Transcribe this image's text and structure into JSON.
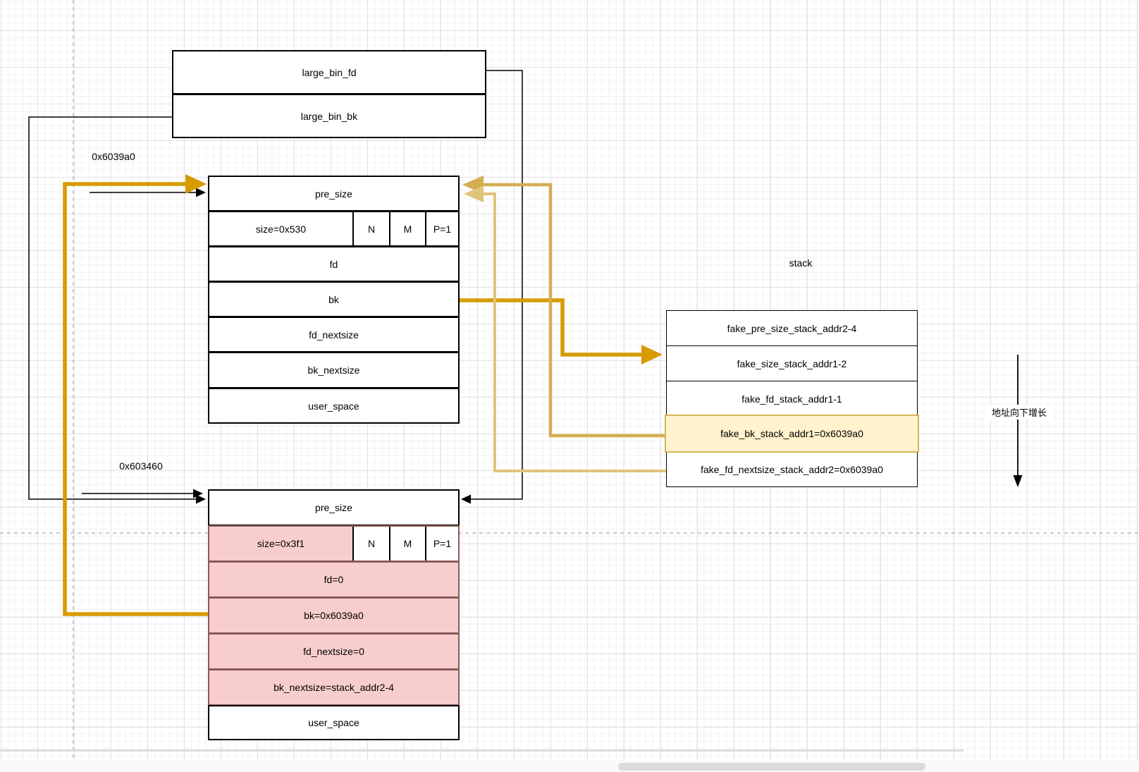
{
  "labels": {
    "addr_top": "0x6039a0",
    "addr_bottom": "0x603460",
    "stack": "stack",
    "address_direction": "地址向下增长"
  },
  "large_bin": {
    "fd": "large_bin_fd",
    "bk": "large_bin_bk"
  },
  "chunk_top": {
    "pre_size": "pre_size",
    "size": "size=0x530",
    "flags": [
      "N",
      "M",
      "P=1"
    ],
    "fd": "fd",
    "bk": "bk",
    "fd_nextsize": "fd_nextsize",
    "bk_nextsize": "bk_nextsize",
    "user_space": "user_space"
  },
  "chunk_bottom": {
    "pre_size": "pre_size",
    "size": "size=0x3f1",
    "flags": [
      "N",
      "M",
      "P=1"
    ],
    "fd": "fd=0",
    "bk": "bk=0x6039a0",
    "fd_nextsize": "fd_nextsize=0",
    "bk_nextsize": "bk_nextsize=stack_addr2-4",
    "user_space": "user_space"
  },
  "stack_box": {
    "rows": [
      "fake_pre_size_stack_addr2-4",
      "fake_size_stack_addr1-2",
      "fake_fd_stack_addr1-1",
      "fake_bk_stack_addr1=0x6039a0",
      "fake_fd_nextsize_stack_addr2=0x6039a0"
    ]
  },
  "colors": {
    "gold_strong": "#D79B00",
    "gold_medium": "#D4AE4F",
    "gold_light": "#E0C47C",
    "pink_fill": "#F8CECC",
    "yellow_fill": "#FFF2CC",
    "yellow_border": "#D6B656"
  }
}
